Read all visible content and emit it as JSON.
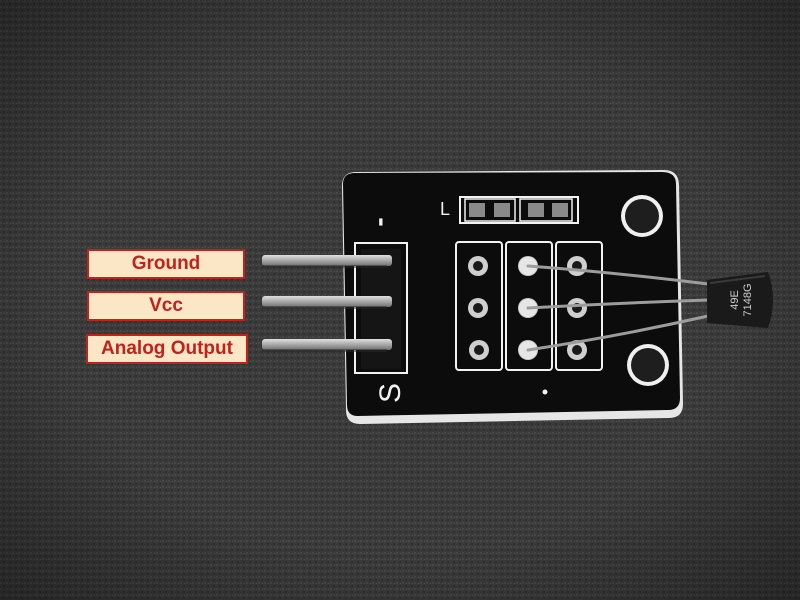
{
  "labels": {
    "ground": "Ground",
    "vcc": "Vcc",
    "analog_output": "Analog Output"
  },
  "board": {
    "minus_mark": "-",
    "signal_mark": "S",
    "led_mark": "L",
    "sensor_marking_line1": "49E",
    "sensor_marking_line2": "7148G"
  },
  "colors": {
    "label_fill": "#fbe6c6",
    "label_border": "#c0221c",
    "label_text": "#c0221c",
    "pcb": "#0c0c0c",
    "silkscreen": "#f2f2f2",
    "pins": "#b8b8b8"
  }
}
